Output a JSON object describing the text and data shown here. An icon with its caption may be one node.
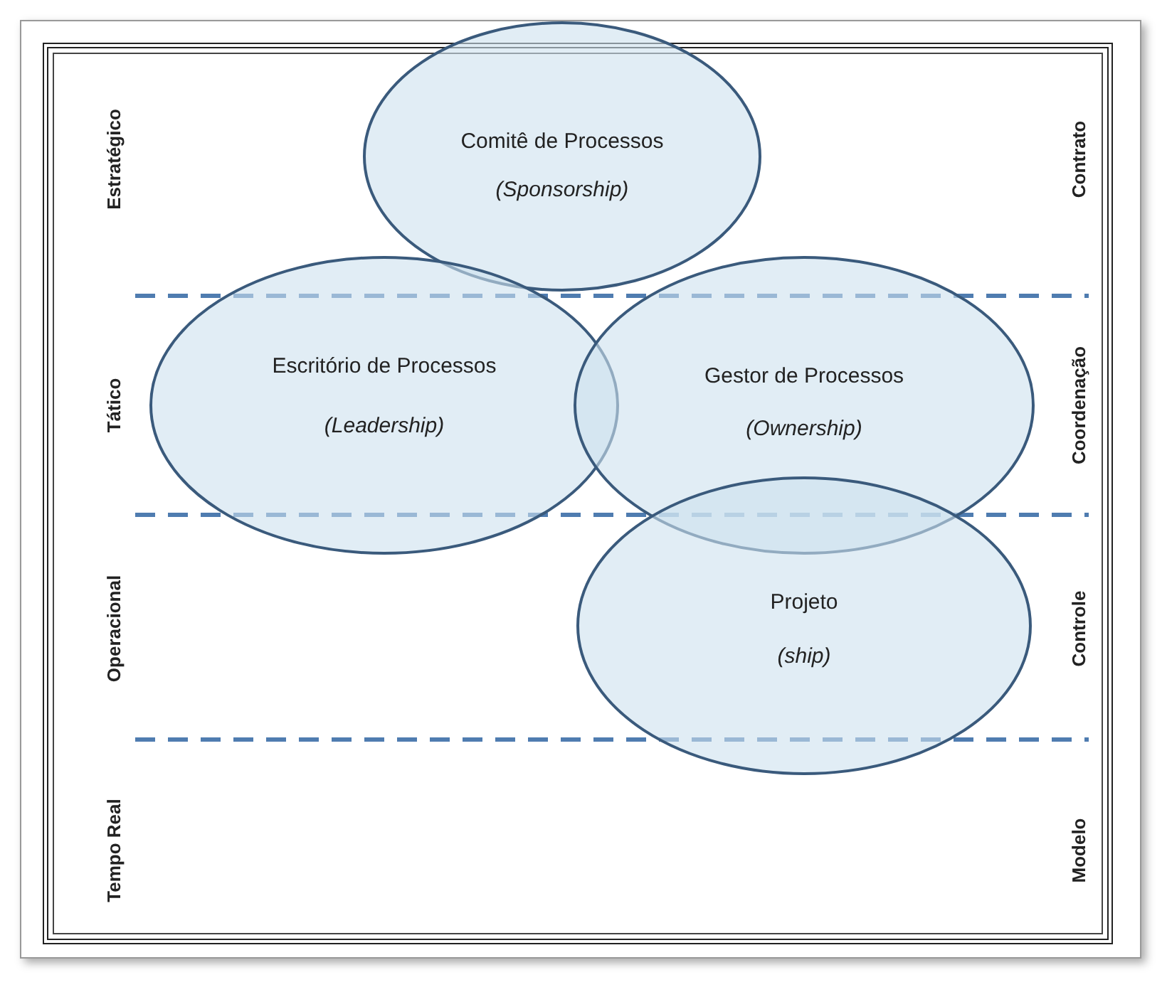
{
  "diagram": {
    "nodes": [
      {
        "text": [
          "Comitê de Processos",
          "(Sponsorship)"
        ]
      },
      {
        "text": [
          "Escritório de Processos",
          "(Leadership)"
        ]
      },
      {
        "text": [
          "Gestor de Processos",
          "(Ownership)"
        ]
      },
      {
        "text": [
          "Projeto",
          "(ship)"
        ]
      }
    ],
    "labels": [
      "Estratégico",
      "Contrato",
      "Tático",
      "Coordenação",
      "Operacional",
      "Controle",
      "Tempo Real",
      "Modelo"
    ]
  }
}
